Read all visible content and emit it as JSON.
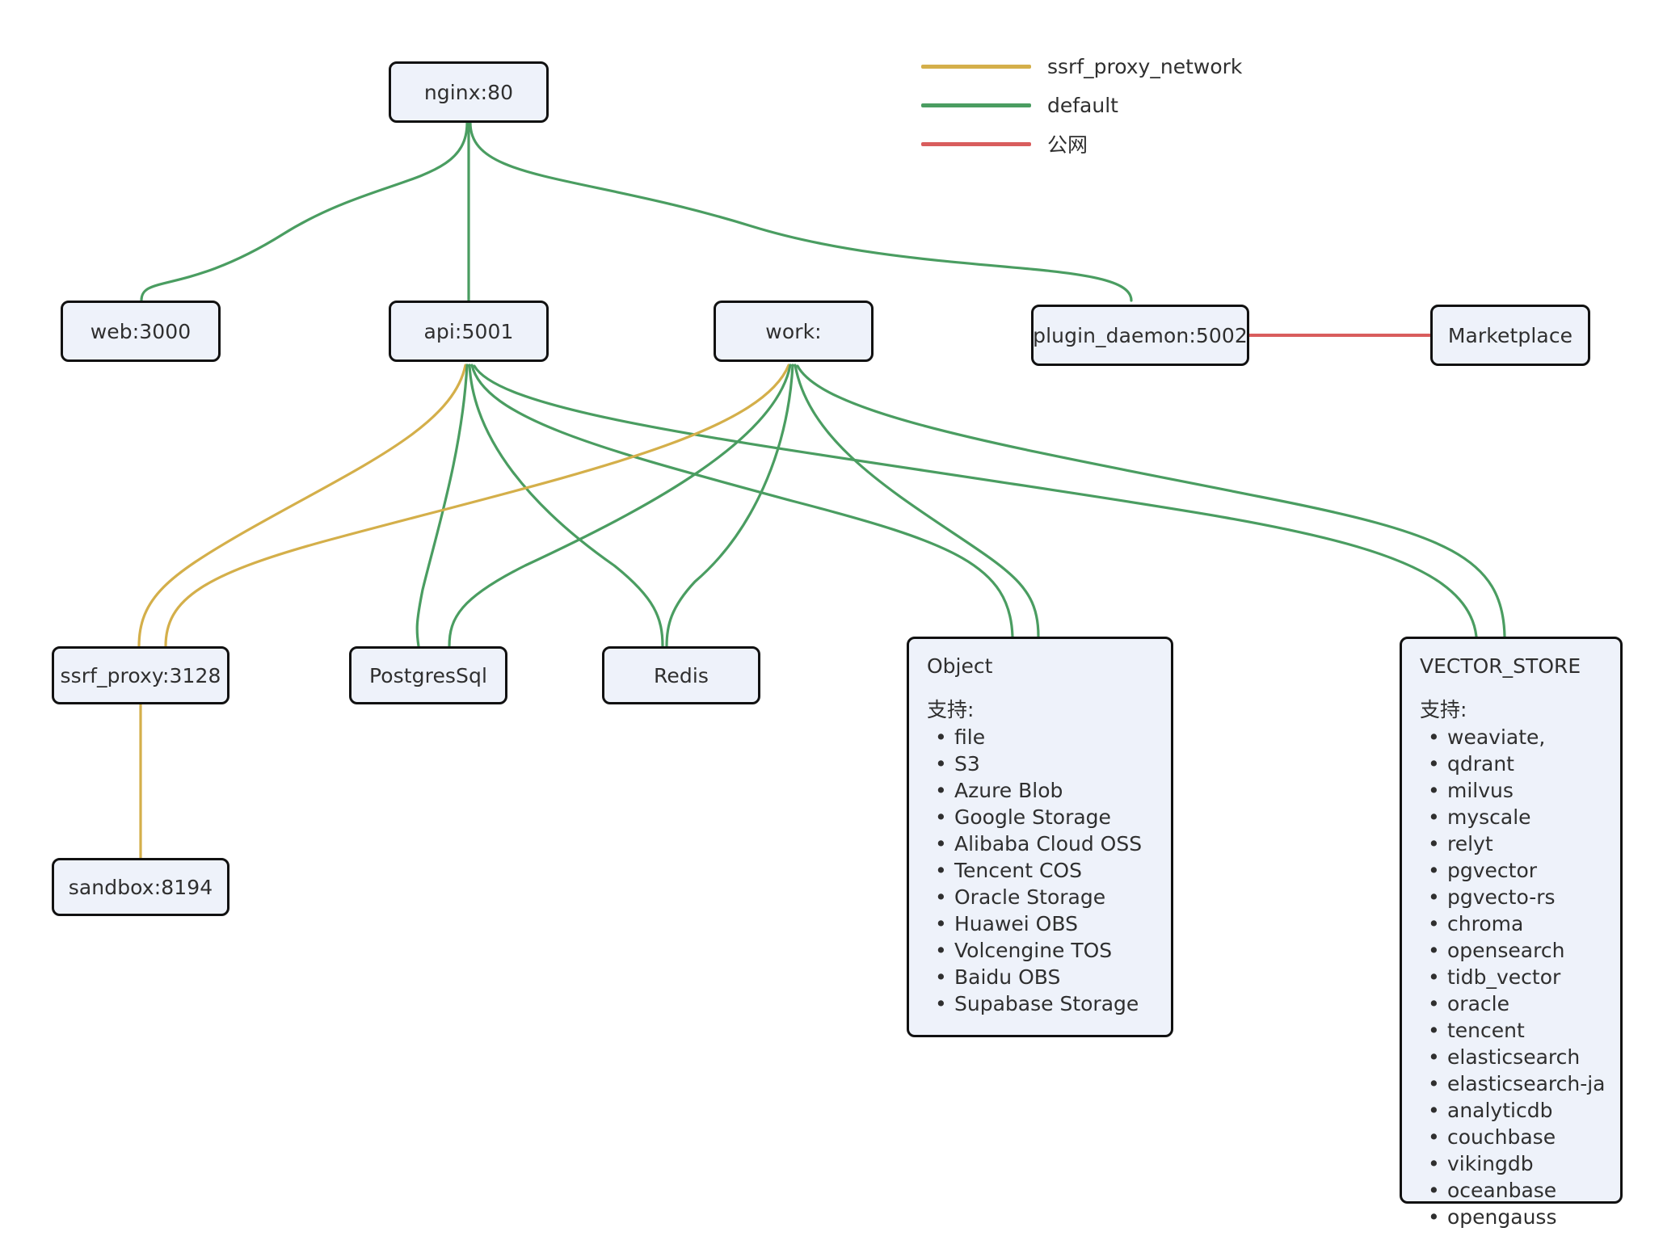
{
  "diagram": {
    "title": "Dify container network topology",
    "colors": {
      "ssrf_proxy_network": "#d4af4a",
      "default": "#4a9d61",
      "public_network": "#d95d5d",
      "node_fill": "#eef2fa",
      "node_border": "#111111",
      "text": "#2f2f2f",
      "background": "#ffffff"
    },
    "legend": [
      {
        "label": "ssrf_proxy_network",
        "color": "#d4af4a"
      },
      {
        "label": "default",
        "color": "#4a9d61"
      },
      {
        "label": "公网",
        "color": "#d95d5d"
      }
    ],
    "nodes": [
      {
        "id": "nginx",
        "label": "nginx:80"
      },
      {
        "id": "web",
        "label": "web:3000"
      },
      {
        "id": "api",
        "label": "api:5001"
      },
      {
        "id": "work",
        "label": "work:"
      },
      {
        "id": "plugin_daemon",
        "label": "plugin_daemon:5002"
      },
      {
        "id": "marketplace",
        "label": "Marketplace"
      },
      {
        "id": "ssrf_proxy",
        "label": "ssrf_proxy:3128"
      },
      {
        "id": "postgres",
        "label": "PostgresSql"
      },
      {
        "id": "redis",
        "label": "Redis"
      },
      {
        "id": "sandbox",
        "label": "sandbox:8194"
      }
    ],
    "object_store": {
      "title": "Object",
      "sub": "支持:",
      "items": [
        "file",
        "S3",
        "Azure Blob",
        "Google Storage",
        "Alibaba Cloud OSS",
        "Tencent COS",
        "Oracle Storage",
        "Huawei OBS",
        "Volcengine TOS",
        "Baidu OBS",
        "Supabase Storage"
      ]
    },
    "vector_store": {
      "title": "VECTOR_STORE",
      "sub": "支持:",
      "items": [
        "weaviate,",
        "qdrant",
        "milvus",
        "myscale",
        "relyt",
        "pgvector",
        "pgvecto-rs",
        "chroma",
        "opensearch",
        "tidb_vector",
        "oracle",
        "tencent",
        "elasticsearch",
        "elasticsearch-ja",
        "analyticdb",
        "couchbase",
        "vikingdb",
        "oceanbase",
        "opengauss"
      ]
    },
    "edges": [
      {
        "from": "nginx",
        "to": "web",
        "network": "default"
      },
      {
        "from": "nginx",
        "to": "api",
        "network": "default"
      },
      {
        "from": "nginx",
        "to": "plugin_daemon",
        "network": "default"
      },
      {
        "from": "plugin_daemon",
        "to": "marketplace",
        "network": "公网"
      },
      {
        "from": "api",
        "to": "ssrf_proxy",
        "network": "ssrf_proxy_network"
      },
      {
        "from": "api",
        "to": "postgres",
        "network": "default"
      },
      {
        "from": "api",
        "to": "redis",
        "network": "default"
      },
      {
        "from": "api",
        "to": "object",
        "network": "default"
      },
      {
        "from": "api",
        "to": "vector_store",
        "network": "default"
      },
      {
        "from": "work",
        "to": "ssrf_proxy",
        "network": "ssrf_proxy_network"
      },
      {
        "from": "work",
        "to": "postgres",
        "network": "default"
      },
      {
        "from": "work",
        "to": "redis",
        "network": "default"
      },
      {
        "from": "work",
        "to": "object",
        "network": "default"
      },
      {
        "from": "work",
        "to": "vector_store",
        "network": "default"
      },
      {
        "from": "ssrf_proxy",
        "to": "sandbox",
        "network": "ssrf_proxy_network"
      }
    ]
  }
}
